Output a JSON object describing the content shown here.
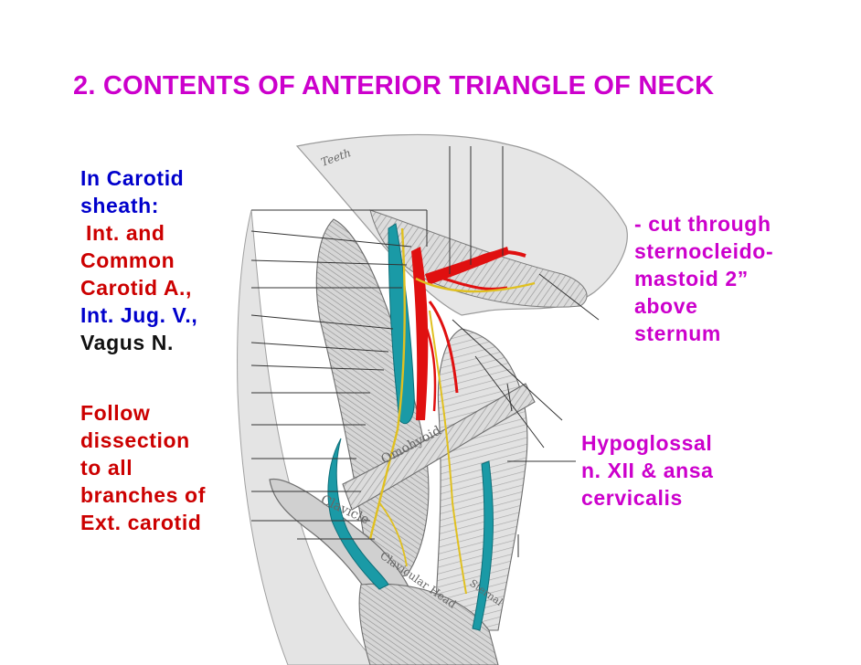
{
  "colors": {
    "title": "#cc00cc",
    "blue": "#0000cc",
    "red": "#cc0000",
    "label_magenta": "#cc00cc",
    "artery": "#e01010",
    "vein": "#1a9aa6",
    "nerve": "#e0c020"
  },
  "title": "2. CONTENTS OF ANTERIOR TRIANGLE OF NECK",
  "left_block": {
    "line1": "In Carotid",
    "line2": "sheath:",
    "line3": "Int. and",
    "line4": "Common",
    "line5": "Carotid A.,",
    "line6": "Int. Jug. V.,",
    "line7": "Vagus N."
  },
  "follow_block": {
    "line1": "Follow",
    "line2": "dissection",
    "line3": "to all",
    "line4": "branches of",
    "line5": "Ext. carotid"
  },
  "cut_block": {
    "line1": "- cut through",
    "line2": "sternocleido-",
    "line3": "mastoid 2”",
    "line4": "above",
    "line5": "sternum"
  },
  "hypo_block": {
    "line1": "Hypoglossal",
    "line2": "n. XII & ansa",
    "line3": "cervicalis"
  },
  "figure_labels": {
    "teeth": "Teeth",
    "omohyoid": "Omohyoid",
    "clavicle": "Clavicle",
    "clavicular_head": "Clavicular Head",
    "sternal": "Sternal"
  }
}
